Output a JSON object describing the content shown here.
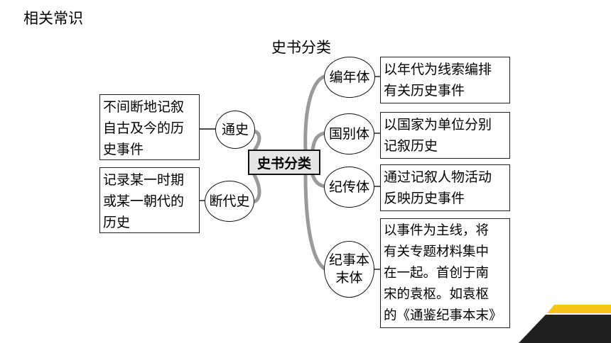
{
  "page": {
    "heading": "相关常识"
  },
  "diagram": {
    "title": "史书分类",
    "center": "史书分类",
    "left_nodes": [
      {
        "label": "通史",
        "description": "不间断地记叙\n自古及今的历\n史事件"
      },
      {
        "label": "断代史",
        "description": "记录某一时期\n或某一朝代的\n历史"
      }
    ],
    "right_nodes": [
      {
        "label": "编年体",
        "description": "以年代为线索编排\n有关历史事件"
      },
      {
        "label": "国别体",
        "description": "以国家为单位分别\n记叙历史"
      },
      {
        "label": "纪传体",
        "description": "通过记叙人物活动\n反映历史事件"
      },
      {
        "label": "纪事本\n末体",
        "description": "以事件为主线，将\n有关专题材料集中\n在一起。首创于南\n宋的袁枢。如袁枢\n的《通鉴纪事本末》"
      }
    ]
  },
  "colors": {
    "connector": "#999999",
    "center_fill": "#e6e6e6",
    "accent_gold": "#f5c518",
    "accent_dark": "#1f1f1f"
  }
}
